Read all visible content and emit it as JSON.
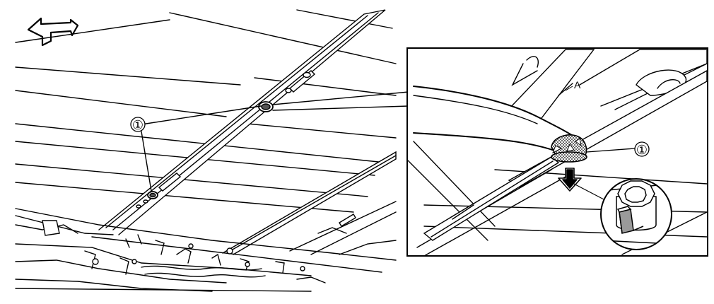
{
  "icons": {
    "direction": "direction-arrow-icon",
    "pull": "pull-down-arrow-icon"
  },
  "callouts": {
    "clip": "①",
    "inset_clip": "①",
    "inset_part": "A"
  },
  "colors": {
    "line": "#000000",
    "fill": "#ffffff",
    "tab_gray": "#9a9a9a"
  }
}
